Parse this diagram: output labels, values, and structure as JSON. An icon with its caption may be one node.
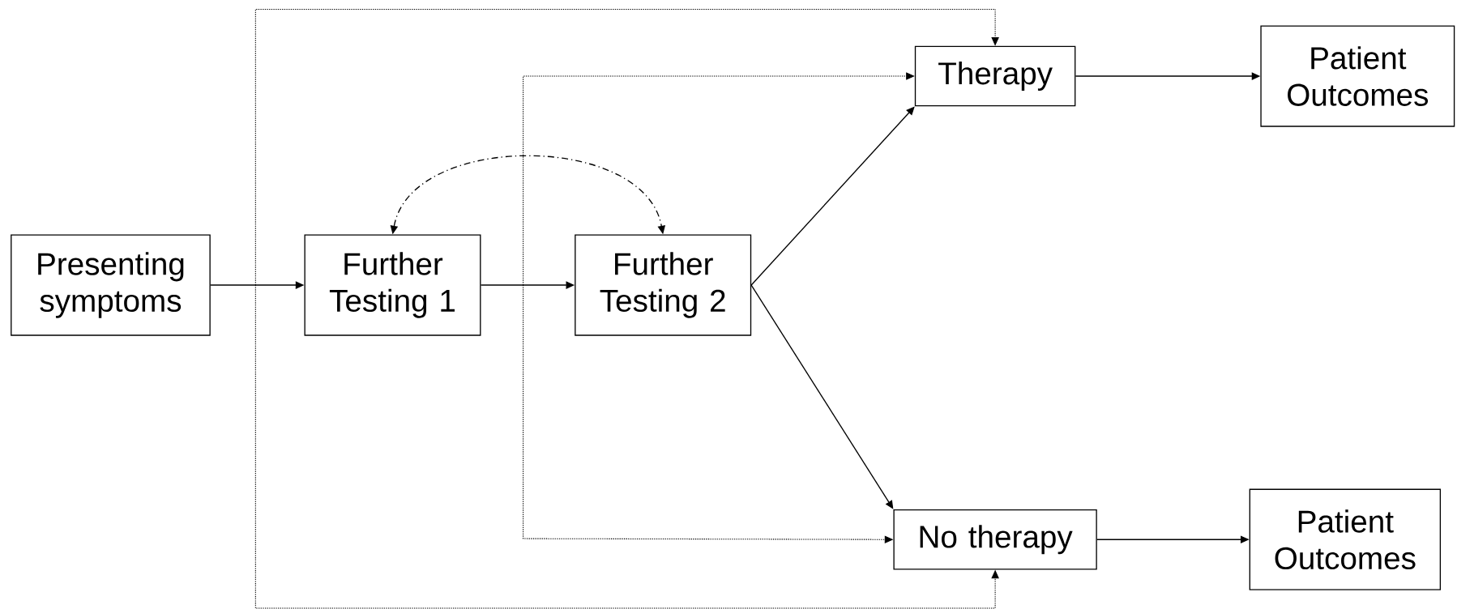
{
  "diagram": {
    "nodes": [
      {
        "text": [
          "Presenting symptoms"
        ]
      },
      {
        "text": [
          "Further Testing 1"
        ]
      },
      {
        "text": [
          "Further Testing 2"
        ]
      },
      {
        "text": [
          "Therapy"
        ]
      },
      {
        "text": [
          "Patient Outcomes"
        ]
      },
      {
        "text": [
          "No therapy"
        ]
      },
      {
        "text": [
          "Patient Outcomes"
        ]
      }
    ],
    "edges": [
      {
        "from": 0,
        "to": 1,
        "arrow": "to"
      },
      {
        "from": 1,
        "to": 2,
        "arrow": "to"
      },
      {
        "from": 2,
        "to": 3,
        "arrow": "to"
      },
      {
        "from": 2,
        "to": 5,
        "arrow": "to"
      },
      {
        "from": 3,
        "to": 4,
        "arrow": "to"
      },
      {
        "from": 5,
        "to": 6,
        "arrow": "to"
      },
      {
        "from": 1,
        "to": 2,
        "arrow": "both",
        "style": "dashed"
      },
      {
        "from": 0,
        "to": 3,
        "arrow": "to",
        "style": "dashed"
      },
      {
        "from": 0,
        "to": 5,
        "arrow": "to",
        "style": "dashed"
      },
      {
        "from": 1,
        "to": 3,
        "arrow": "to",
        "style": "dashed"
      },
      {
        "from": 1,
        "to": 5,
        "arrow": "to",
        "style": "dashed"
      }
    ]
  }
}
